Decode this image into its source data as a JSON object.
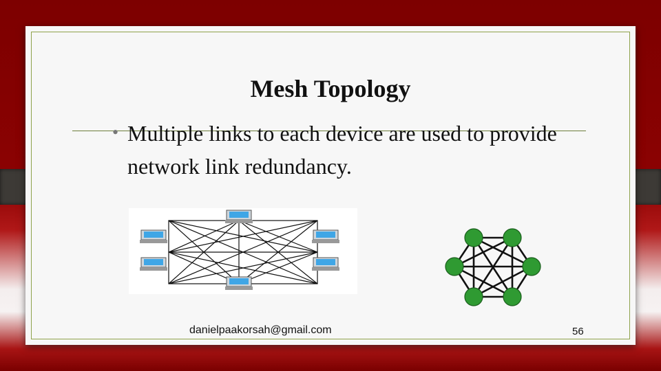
{
  "slide": {
    "title": "Mesh Topology",
    "bullet": "Multiple links to each device are used to provide network link redundancy.",
    "footer_email": "danielpaakorsah@gmail.com",
    "page_number": "56"
  },
  "colors": {
    "background": "#7d0000",
    "card": "#f7f7f7",
    "border": "#8ea24a",
    "node_green": "#2f9a32"
  },
  "diagrams": [
    {
      "kind": "computer-mesh",
      "icon": "computer-icon",
      "node_count": 6
    },
    {
      "kind": "node-mesh",
      "icon": "circle-node",
      "node_count": 6
    }
  ]
}
